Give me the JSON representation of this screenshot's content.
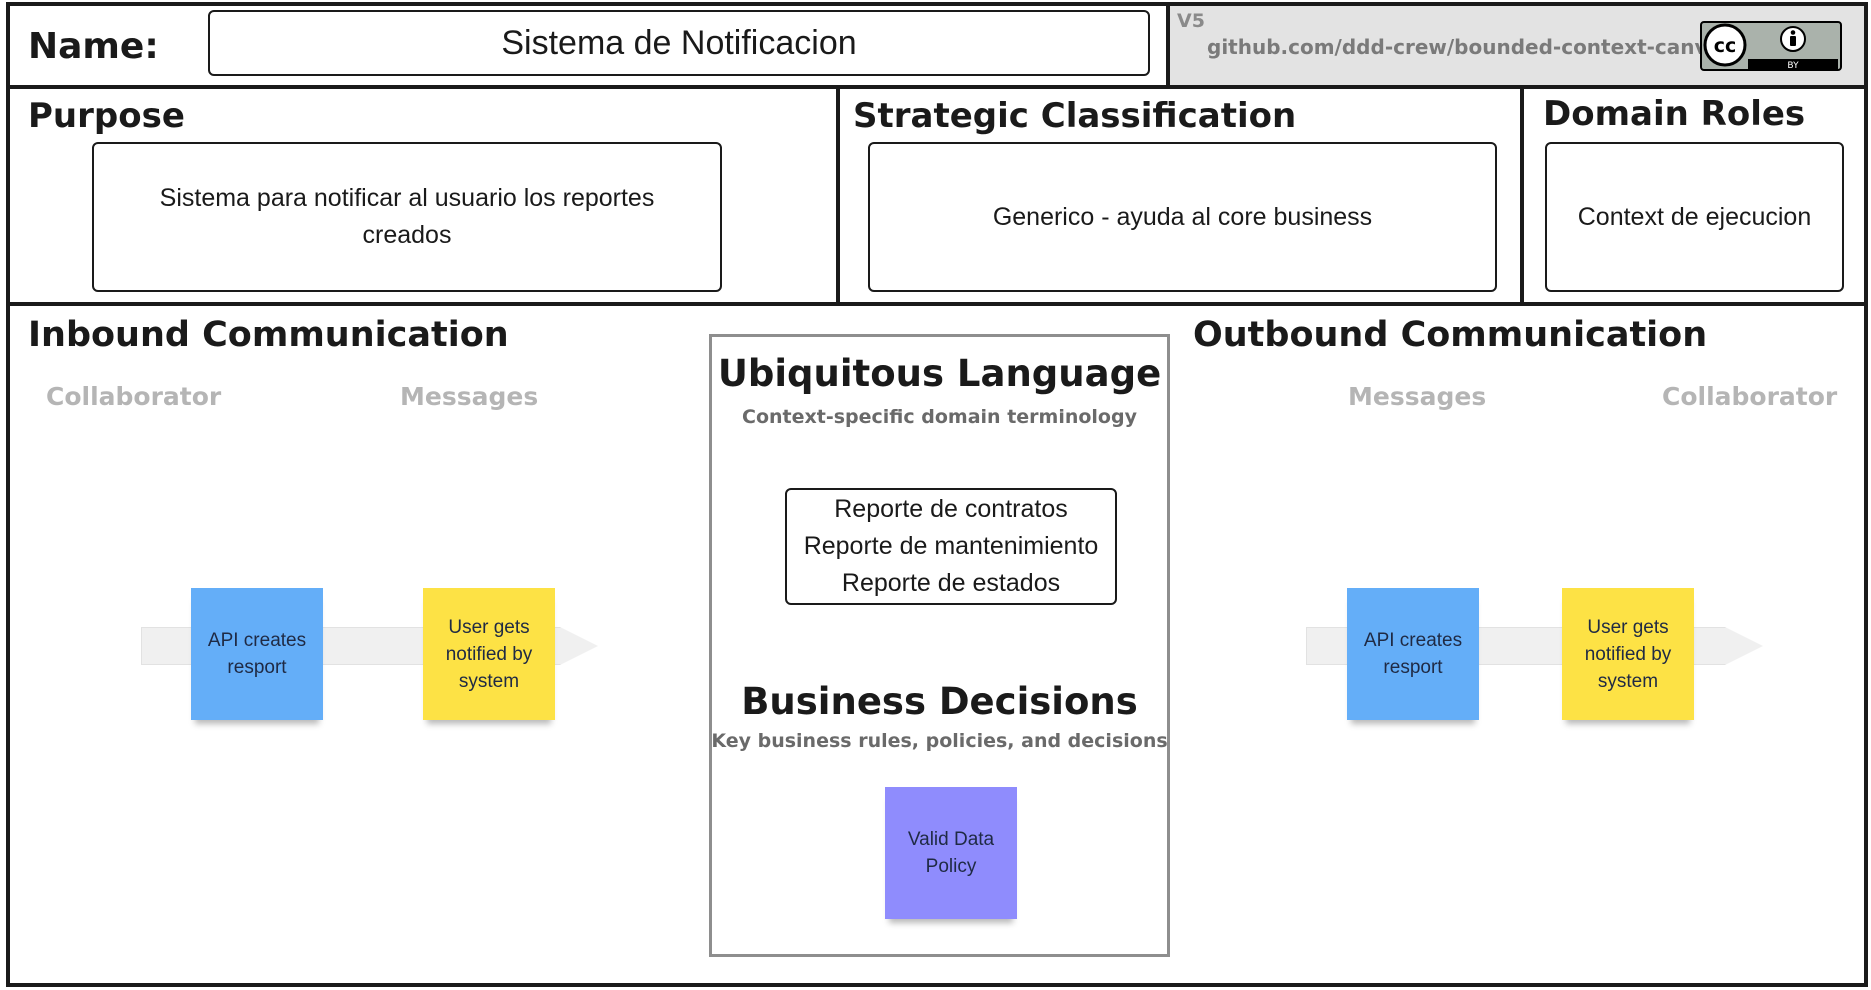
{
  "header": {
    "name_label": "Name:",
    "name_value": "Sistema de Notificacion",
    "version": "V5",
    "source": "github.com/ddd-crew/bounded-context-canvas",
    "license_badge": {
      "cc": "cc",
      "by": "BY",
      "icon": "cc-by-license-icon"
    }
  },
  "purpose": {
    "title": "Purpose",
    "text": "Sistema para notificar al usuario los reportes creados"
  },
  "strategic": {
    "title": "Strategic Classification",
    "text": "Generico - ayuda al core business"
  },
  "domain_roles": {
    "title": "Domain Roles",
    "text": "Context de ejecucion"
  },
  "inbound": {
    "title": "Inbound Communication",
    "col_collaborator": "Collaborator",
    "col_messages": "Messages",
    "notes": [
      {
        "text": "API creates resport",
        "color": "#64aef8"
      },
      {
        "text": "User gets notified by system",
        "color": "#fde245"
      }
    ]
  },
  "ubiquitous": {
    "title": "Ubiquitous Language",
    "subtitle": "Context-specific domain terminology",
    "terms": [
      "Reporte de contratos",
      "Reporte de mantenimiento",
      "Reporte de estados"
    ]
  },
  "business": {
    "title": "Business Decisions",
    "subtitle": "Key business rules, policies, and decisions",
    "note": {
      "text": "Valid Data Policy",
      "color": "#8f8cfd"
    }
  },
  "outbound": {
    "title": "Outbound Communication",
    "col_messages": "Messages",
    "col_collaborator": "Collaborator",
    "notes": [
      {
        "text": "API creates resport",
        "color": "#64aef8"
      },
      {
        "text": "User gets notified by system",
        "color": "#fde245"
      }
    ]
  }
}
